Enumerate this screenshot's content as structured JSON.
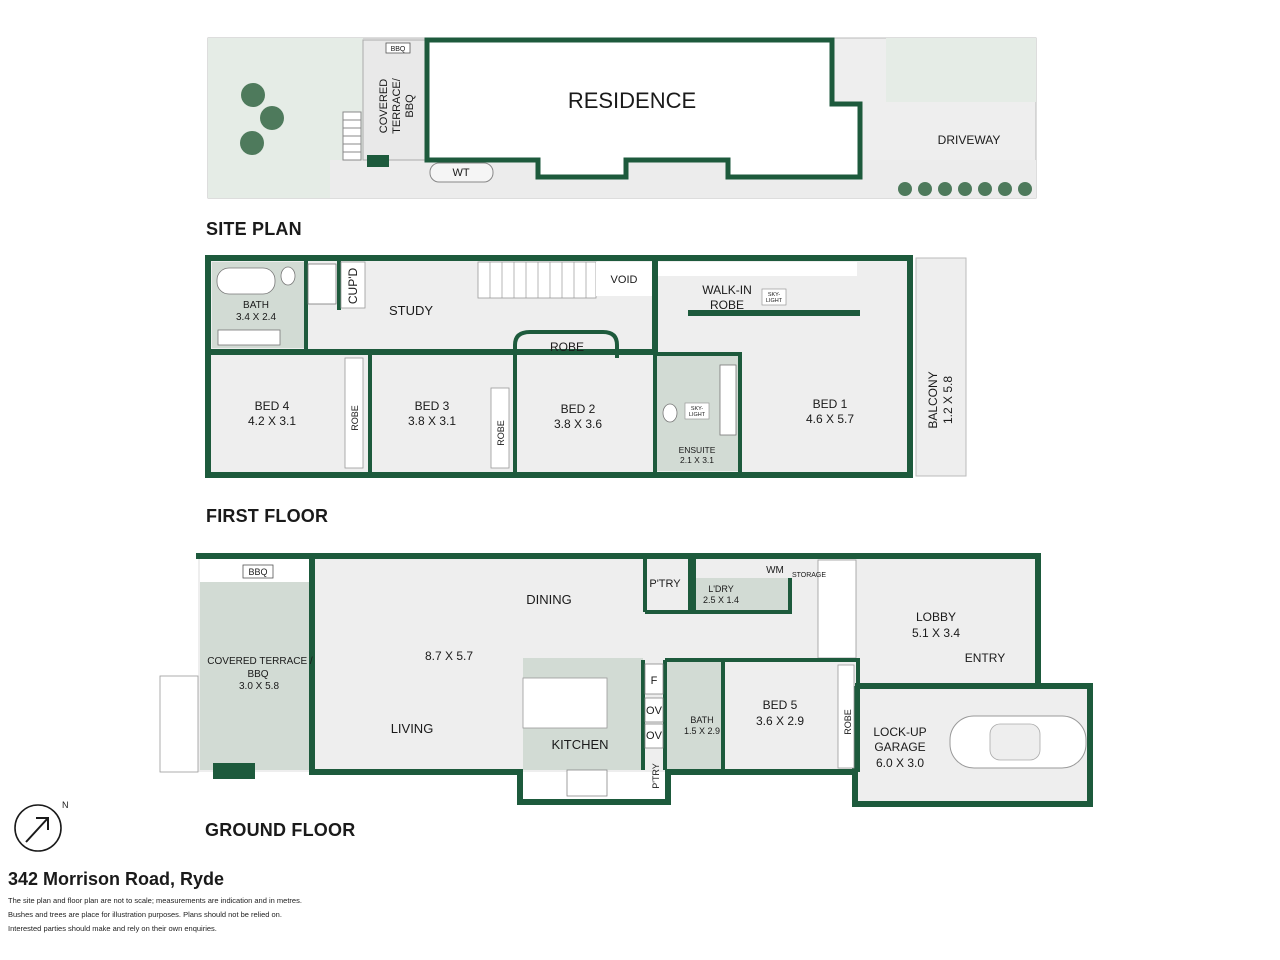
{
  "headings": {
    "site_plan": "SITE PLAN",
    "first_floor": "FIRST FLOOR",
    "ground_floor": "GROUND FLOOR"
  },
  "address": "342 Morrison Road, Ryde",
  "disclaimer": [
    "The site plan and floor plan are not to scale; measurements are indication and in metres.",
    "Bushes and trees are place for illustration purposes. Plans should not be relied on.",
    "Interested parties should make and rely on their own enquiries."
  ],
  "compass": {
    "north_label": "N"
  },
  "site_plan": {
    "residence": "RESIDENCE",
    "bbq": "BBQ",
    "terrace": [
      "COVERED",
      "TERRACE/",
      "BBQ"
    ],
    "wt": "WT",
    "driveway": "DRIVEWAY"
  },
  "first_floor": {
    "bath": {
      "name": "BATH",
      "dims": "3.4 X 2.4"
    },
    "cupd": "CUP'D",
    "study": "STUDY",
    "void": "VOID",
    "walkin": [
      "WALK-IN",
      "ROBE"
    ],
    "skylight": [
      "SKY-",
      "LIGHT"
    ],
    "robe": "ROBE",
    "bed4": {
      "name": "BED 4",
      "dims": "4.2 X 3.1"
    },
    "bed3": {
      "name": "BED 3",
      "dims": "3.8 X 3.1"
    },
    "bed2": {
      "name": "BED 2",
      "dims": "3.8 X 3.6"
    },
    "ensuite": {
      "name": "ENSUITE",
      "dims": "2.1 X 3.1"
    },
    "bed1": {
      "name": "BED 1",
      "dims": "4.6 X 5.7"
    },
    "balcony": {
      "name": "BALCONY",
      "dims": "1.2 X 5.8"
    }
  },
  "ground_floor": {
    "bbq": "BBQ",
    "terrace": {
      "name1": "COVERED TERRACE /",
      "name2": "BBQ",
      "dims": "3.0 X 5.8"
    },
    "dining": "DINING",
    "living_dims": "8.7 X 5.7",
    "living": "LIVING",
    "kitchen": "KITCHEN",
    "pantry": "P'TRY",
    "laundry": {
      "name": "L'DRY",
      "dims": "2.5 X 1.4"
    },
    "wm": "WM",
    "storage": "STORAGE",
    "lobby": {
      "name": "LOBBY",
      "dims": "5.1 X 3.4"
    },
    "entry": "ENTRY",
    "fridge": "F",
    "oven": "OV",
    "bath": {
      "name": "BATH",
      "dims": "1.5 X 2.9"
    },
    "bed5": {
      "name": "BED 5",
      "dims": "3.6 X 2.9"
    },
    "robe": "ROBE",
    "garage": {
      "name1": "LOCK-UP",
      "name2": "GARAGE",
      "dims": "6.0 X 3.0"
    }
  },
  "colors": {
    "wall": "#1d5a3c",
    "room_fill": "#eeeeee",
    "wet_area": "#d2dbd4",
    "grass": "#e5ece6",
    "shrub": "#4e7a5c"
  }
}
